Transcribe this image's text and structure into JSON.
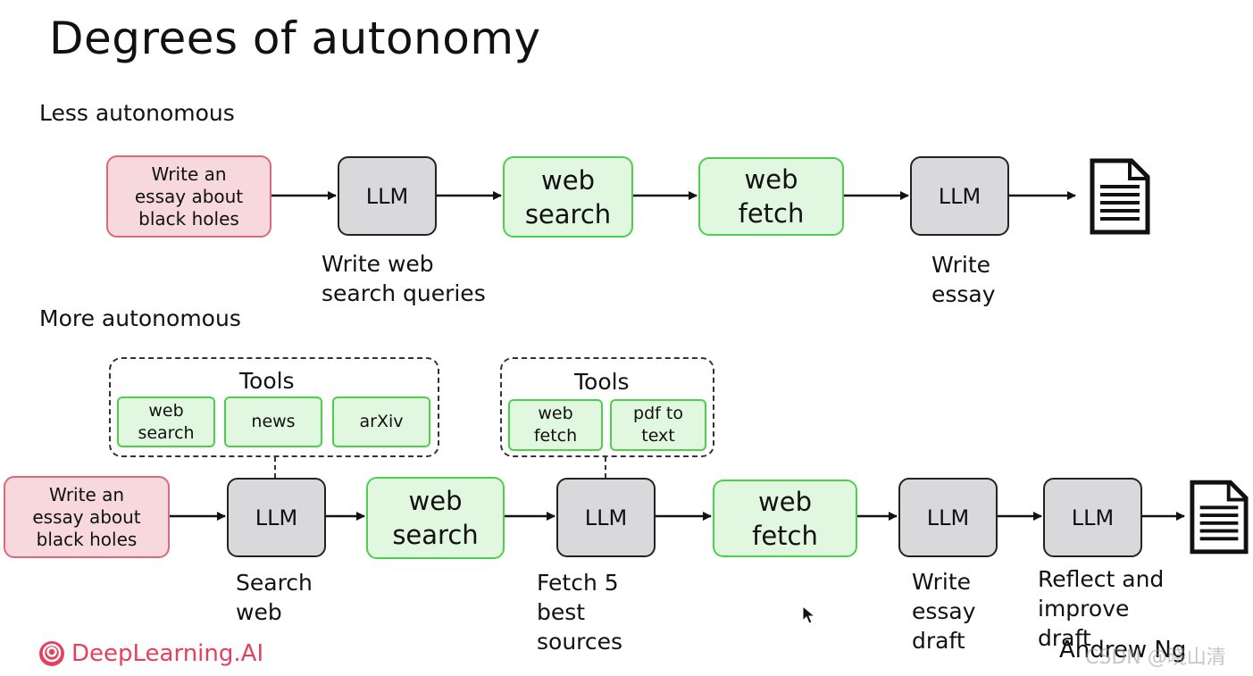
{
  "slide": {
    "title": "Degrees of autonomy",
    "less_label": "Less autonomous",
    "more_label": "More autonomous"
  },
  "less": {
    "prompt": "Write an\nessay about\nblack holes",
    "llm1": "LLM",
    "tool1": "web\nsearch",
    "tool2": "web\nfetch",
    "llm2": "LLM",
    "caption1": "Write web\nsearch queries",
    "caption2": "Write\nessay",
    "output_icon": "document-icon"
  },
  "more": {
    "prompt": "Write an\nessay about\nblack holes",
    "llm1": "LLM",
    "tool1": "web\nsearch",
    "llm2": "LLM",
    "tool2": "web\nfetch",
    "llm3": "LLM",
    "llm4": "LLM",
    "toolbox1": {
      "title": "Tools",
      "items": [
        "web\nsearch",
        "news",
        "arXiv"
      ]
    },
    "toolbox2": {
      "title": "Tools",
      "items": [
        "web\nfetch",
        "pdf to\ntext"
      ]
    },
    "caption1": "Search\nweb",
    "caption2": "Fetch 5\nbest\nsources",
    "caption3": "Write\nessay\ndraft",
    "caption4": "Reflect and\nimprove\ndraft",
    "output_icon": "document-icon"
  },
  "footer": {
    "brand": "DeepLearning.AI",
    "author": "Andrew Ng",
    "watermark": "CSDN @晓山清"
  },
  "colors": {
    "prompt_fill": "#f7d9dd",
    "prompt_border": "#d96a77",
    "tool_fill": "#e1f7df",
    "tool_border": "#4cd04c",
    "llm_fill": "#d9d9dc",
    "brand": "#e5405e"
  }
}
